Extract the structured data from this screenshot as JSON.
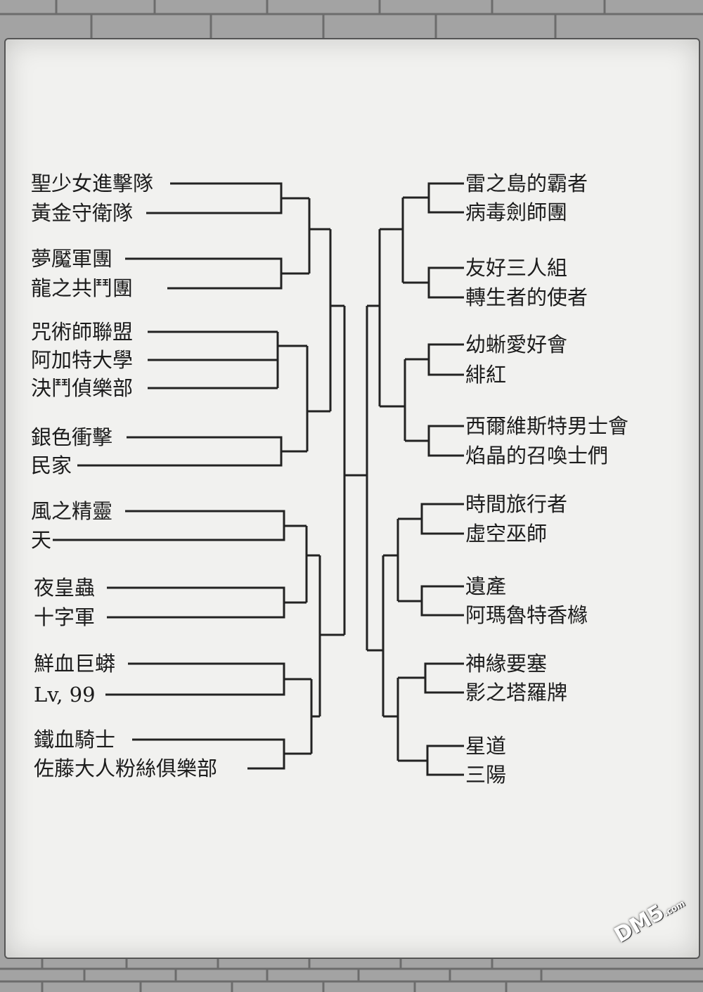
{
  "bracket": {
    "left": [
      "聖少女進擊隊",
      "黃金守衛隊",
      "夢魘軍團",
      "龍之共鬥團",
      "咒術師聯盟",
      "阿加特大學",
      "決鬥偵樂部",
      "銀色衝擊",
      "民家",
      "風之精靈",
      "天",
      "夜皇蟲",
      "十字軍",
      "鮮血巨蟒",
      "Lv, 99",
      "鐵血騎士",
      "佐藤大人粉絲俱樂部"
    ],
    "right": [
      "雷之島的霸者",
      "病毒劍師團",
      "友好三人組",
      "轉生者的使者",
      "幼蜥愛好會",
      "緋紅",
      "西爾維斯特男士會",
      "焰晶的召喚士們",
      "時間旅行者",
      "虛空巫師",
      "遺產",
      "阿瑪魯特香櫞",
      "神緣要塞",
      "影之塔羅牌",
      "星道",
      "三陽"
    ]
  },
  "watermark": {
    "main": "DM5",
    "sub": ".com"
  },
  "colors": {
    "paper": "#f1f1ef",
    "ink": "#1c1c1c",
    "brick": "#9a9a9a"
  }
}
